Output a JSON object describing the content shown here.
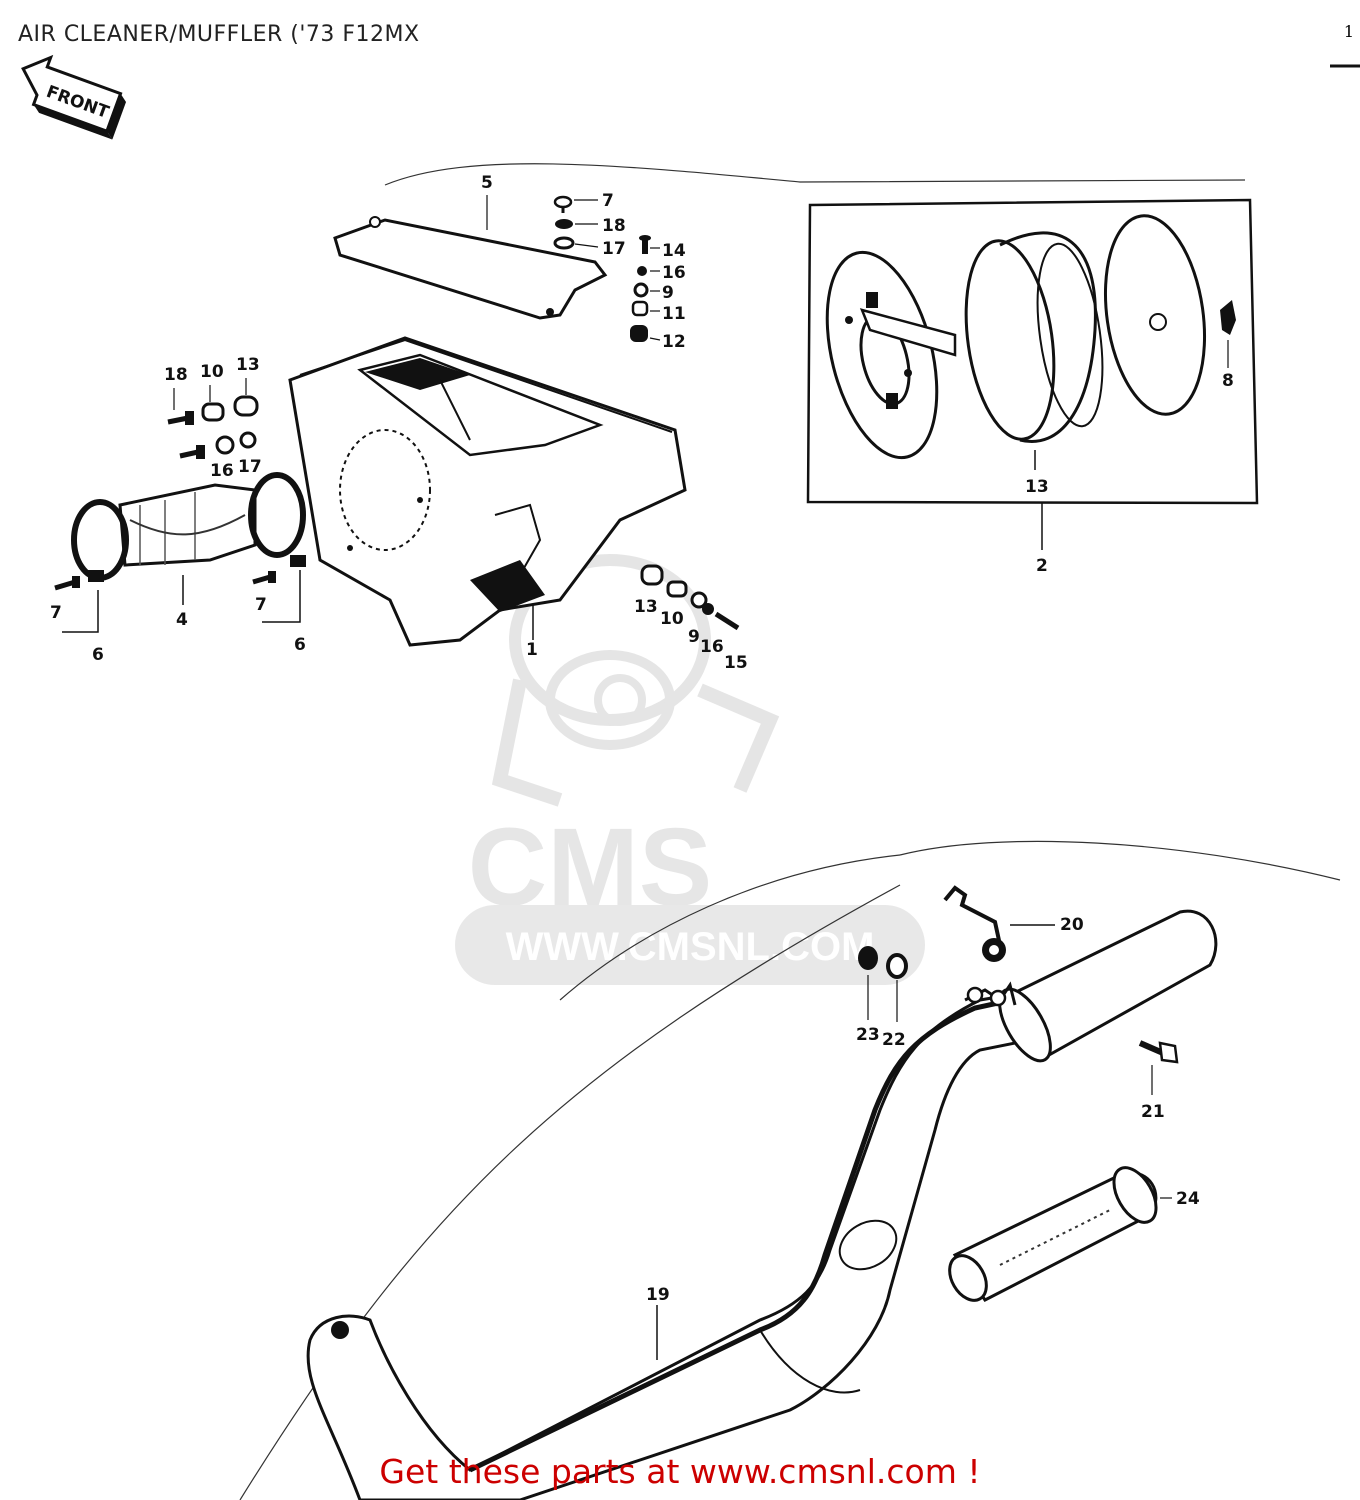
{
  "title": "AIR CLEANER/MUFFLER  ('73 F12MX",
  "corner_mark": "1",
  "front_arrow_label": "FRONT",
  "watermark": {
    "logo_text": "CMS",
    "url_text": "WWW.CMSNL.COM"
  },
  "footer_link": "Get these parts at www.cmsnl.com !",
  "callouts": {
    "c1": "1",
    "c2": "2",
    "c4": "4",
    "c5": "5",
    "c6a": "6",
    "c6b": "6",
    "c7a": "7",
    "c7b": "7",
    "c7c": "7",
    "c8": "8",
    "c9a": "9",
    "c9b": "9",
    "c10a": "10",
    "c10b": "10",
    "c11": "11",
    "c12": "12",
    "c13a": "13",
    "c13b": "13",
    "c13c": "13",
    "c14": "14",
    "c15": "15",
    "c16a": "16",
    "c16b": "16",
    "c16c": "16",
    "c17a": "17",
    "c17b": "17",
    "c18a": "18",
    "c18b": "18",
    "c19": "19",
    "c20": "20",
    "c21": "21",
    "c22": "22",
    "c23": "23",
    "c24": "24"
  },
  "colors": {
    "line": "#111111",
    "footer": "#cc0000",
    "watermark": "#cfcfcf"
  }
}
